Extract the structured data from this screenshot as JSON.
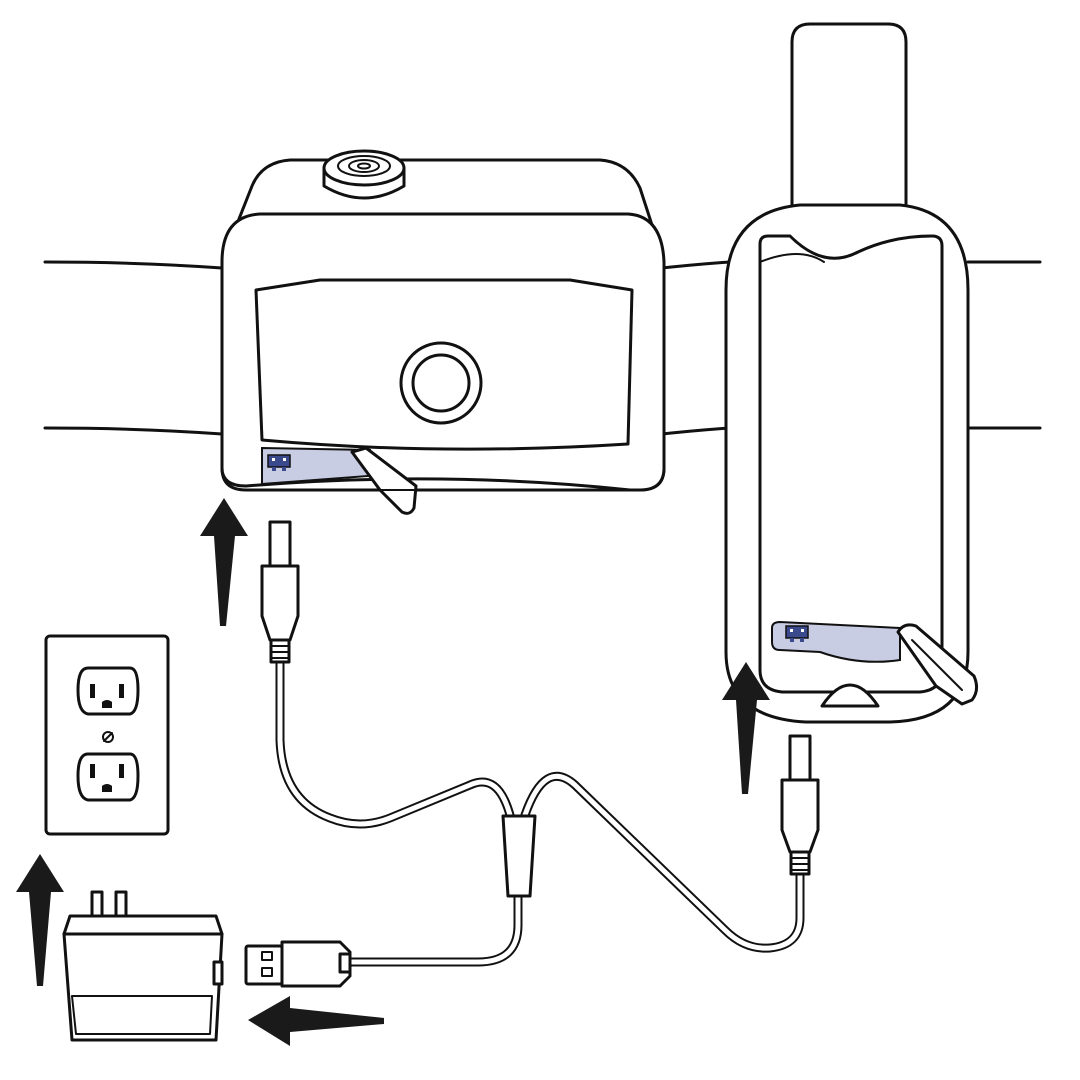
{
  "colors": {
    "line": "#111111",
    "background": "#ffffff",
    "port_highlight": "#c8cde3",
    "port_icon": "#3a4a8c",
    "arrow": "#1a1a1a"
  },
  "icons": [
    "collar-receiver",
    "handheld-transmitter",
    "wall-outlet",
    "power-adapter",
    "y-split-usb-cable",
    "direction-arrow"
  ]
}
